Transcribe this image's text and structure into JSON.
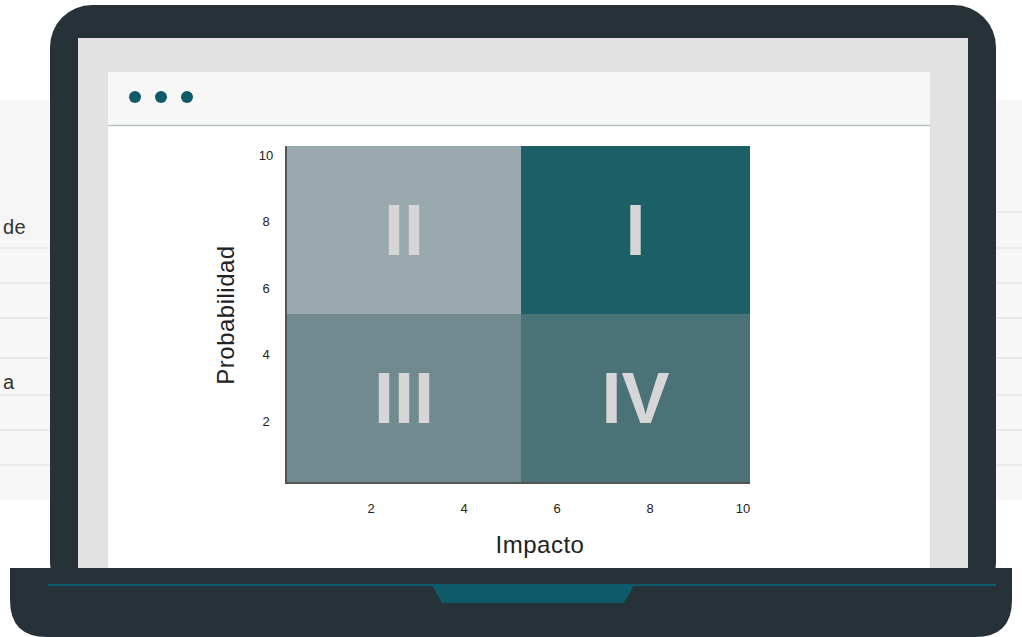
{
  "diagram": {
    "nodes": [
      {
        "text": [
          "II"
        ]
      },
      {
        "text": [
          "I"
        ]
      },
      {
        "text": [
          "III"
        ]
      },
      {
        "text": [
          "IV"
        ]
      }
    ],
    "labels": [
      "Probabilidad",
      "Impacto",
      "10",
      "8",
      "6",
      "4",
      "2",
      "2",
      "4",
      "6",
      "8",
      "10",
      "de",
      "a"
    ]
  }
}
